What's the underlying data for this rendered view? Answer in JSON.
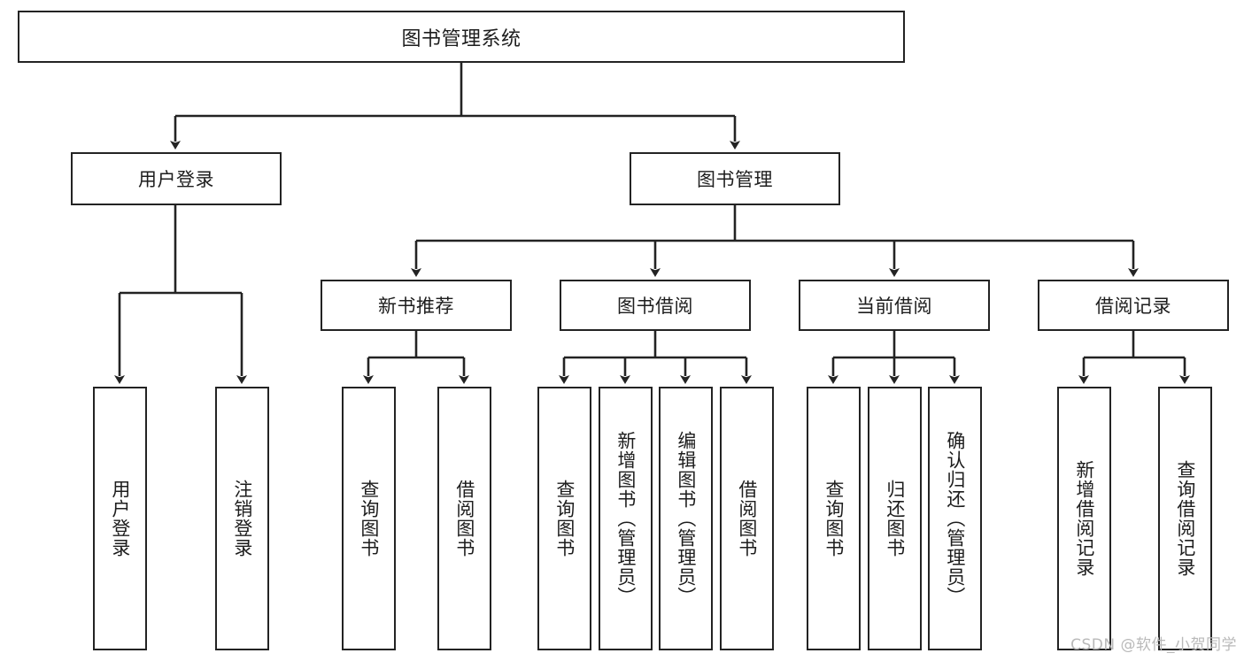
{
  "diagram": {
    "type": "tree",
    "title": "图书管理系统",
    "root": {
      "label": "图书管理系统"
    },
    "level1": [
      {
        "label": "用户登录"
      },
      {
        "label": "图书管理"
      }
    ],
    "level2": [
      {
        "label": "新书推荐"
      },
      {
        "label": "图书借阅"
      },
      {
        "label": "当前借阅"
      },
      {
        "label": "借阅记录"
      }
    ],
    "leaves": {
      "user_login": [
        {
          "label": "用户登录"
        },
        {
          "label": "注销登录"
        }
      ],
      "new_book_recommend": [
        {
          "label": "查询图书"
        },
        {
          "label": "借阅图书"
        }
      ],
      "book_borrow": [
        {
          "label": "查询图书"
        },
        {
          "label": "新增图书（管理员）"
        },
        {
          "label": "编辑图书（管理员）"
        },
        {
          "label": "借阅图书"
        }
      ],
      "current_borrow": [
        {
          "label": "查询图书"
        },
        {
          "label": "归还图书"
        },
        {
          "label": "确认归还（管理员）"
        }
      ],
      "borrow_record": [
        {
          "label": "新增借阅记录"
        },
        {
          "label": "查询借阅记录"
        }
      ]
    }
  },
  "watermark": {
    "text": "CSDN @软件_小贺同学"
  },
  "colors": {
    "stroke": "#232323",
    "fill": "#ffffff",
    "text": "#1d1d1d",
    "watermark": "#b9b9b9"
  }
}
